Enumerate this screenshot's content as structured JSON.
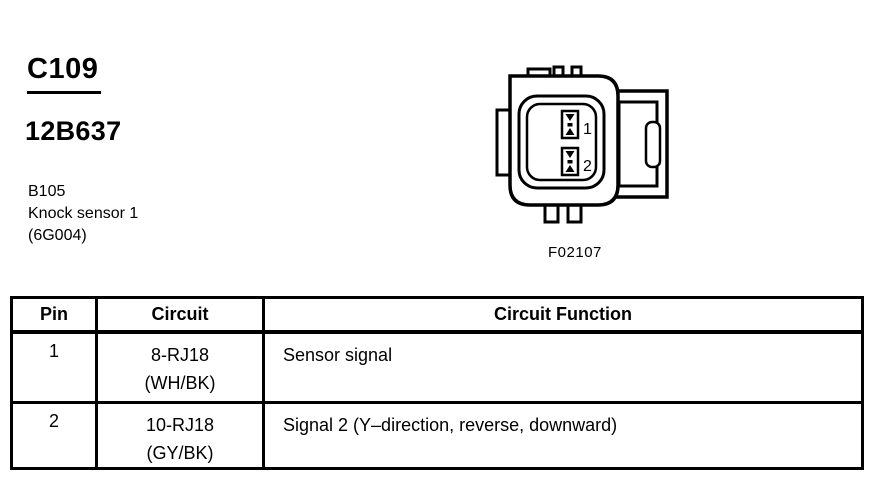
{
  "colors": {
    "ink": "#000000",
    "paper": "#ffffff"
  },
  "header": {
    "connector_id": "C109",
    "part_number": "12B637",
    "component_ref": "B105",
    "component_name": "Knock sensor 1",
    "component_code": "(6G004)"
  },
  "figure": {
    "caption": "F02107",
    "pin1_label": "1",
    "pin2_label": "2"
  },
  "table": {
    "headers": {
      "pin": "Pin",
      "circuit": "Circuit",
      "function": "Circuit Function"
    },
    "rows": [
      {
        "pin": "1",
        "circuit1": "8-RJ18",
        "circuit2": "(WH/BK)",
        "function": "Sensor signal"
      },
      {
        "pin": "2",
        "circuit1": "10-RJ18",
        "circuit2": "(GY/BK)",
        "function": "Signal 2 (Y–direction, reverse, downward)"
      }
    ]
  }
}
